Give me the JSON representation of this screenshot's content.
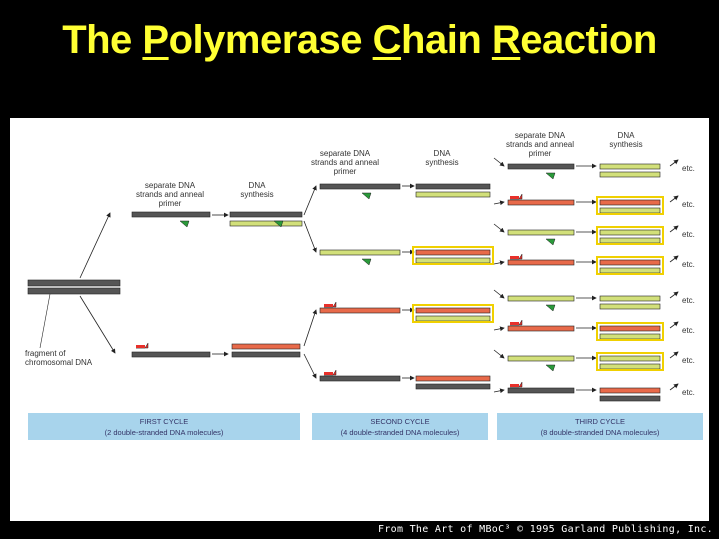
{
  "title": {
    "before": "The ",
    "p_letter": "P",
    "p_rest": "olymerase ",
    "c_letter": "C",
    "c_rest": "hain ",
    "r_letter": "R",
    "r_rest": "eaction"
  },
  "labels": {
    "separate_1": [
      "separate DNA",
      "strands and anneal",
      "primer"
    ],
    "synthesis_1": [
      "DNA",
      "synthesis"
    ],
    "separate_2": [
      "separate DNA",
      "strands and anneal",
      "primer"
    ],
    "synthesis_2": [
      "DNA",
      "synthesis"
    ],
    "separate_3": [
      "separate DNA",
      "strands and anneal",
      "primer"
    ],
    "synthesis_3": [
      "DNA",
      "synthesis"
    ],
    "fragment": [
      "fragment of",
      "chromosomal DNA"
    ],
    "etc": "etc."
  },
  "cycles": [
    {
      "title": "FIRST CYCLE",
      "subtitle": "(2 double-stranded DNA molecules)"
    },
    {
      "title": "SECOND CYCLE",
      "subtitle": "(4 double-stranded DNA molecules)"
    },
    {
      "title": "THIRD CYCLE",
      "subtitle": "(8 double-stranded DNA molecules)"
    }
  ],
  "credit": "From The Art of MBoC³ © 1995 Garland Publishing, Inc.",
  "colors": {
    "background": "#000000",
    "title": "#ffff33",
    "original_strand": "#555555",
    "new_strand": "#d2e07a",
    "primer_red": "#e8302a",
    "primer_green": "#2a9a3a",
    "product_red": "#e86a4a",
    "highlight_box": "#f0d000",
    "cycle_bar": "#a8d4ec"
  }
}
